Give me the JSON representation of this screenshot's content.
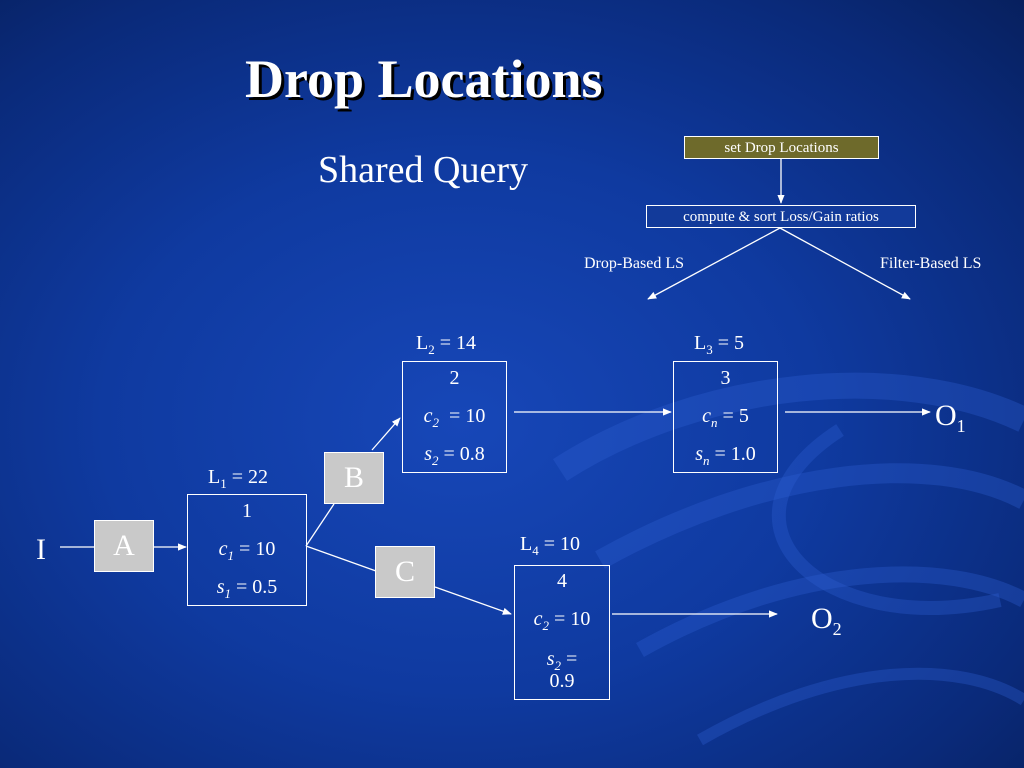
{
  "slide": {
    "title": "Drop Locations",
    "subtitle": "Shared Query"
  },
  "flow": {
    "top_label": "set Drop Locations",
    "mid_label": "compute & sort Loss/Gain ratios",
    "branch_left": "Drop-Based LS",
    "branch_right": "Filter-Based LS"
  },
  "nodes": {
    "op1": {
      "loss": "22",
      "id": "1",
      "cost": "10",
      "sel": "0.5"
    },
    "op2": {
      "loss": "14",
      "id": "2",
      "cost": "10",
      "sel": "0.8"
    },
    "op3": {
      "loss": "5",
      "id": "3",
      "cost": "5",
      "sel": "1.0"
    },
    "op4": {
      "loss": "10",
      "id": "4",
      "cost": "10",
      "sel_part1": "0.9"
    }
  },
  "drop_points": {
    "a": "A",
    "b": "B",
    "c": "C"
  },
  "io": {
    "input": "I",
    "out1": "O",
    "out1_sub": "1",
    "out2": "O",
    "out2_sub": "2"
  },
  "colors": {
    "background": "#0f3aa0",
    "accent_box": "#6e6a2b",
    "drop_box": "#c9c9c9"
  }
}
